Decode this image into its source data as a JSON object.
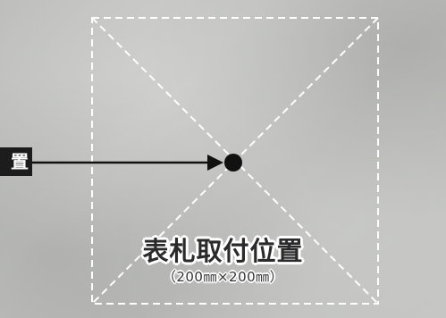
{
  "callout": {
    "label": "置"
  },
  "plate": {
    "title": "表札取付位置",
    "size": "（200㎜×200㎜）"
  },
  "colors": {
    "dashed_line": "#ffffff",
    "center_marker": "#111111",
    "label_bg": "#1c1c1c"
  }
}
